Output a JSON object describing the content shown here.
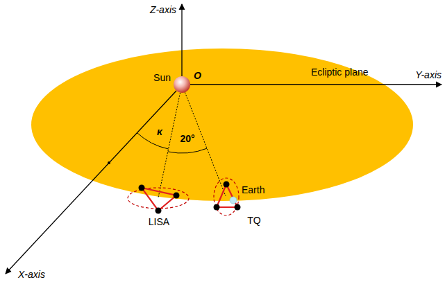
{
  "diagram": {
    "labels": [
      "Z-axis",
      "Ecliptic plane",
      "Sun",
      "O",
      "Y-axis",
      "κ",
      "20°",
      "Earth",
      "LISA",
      "TQ",
      "X-axis"
    ]
  }
}
